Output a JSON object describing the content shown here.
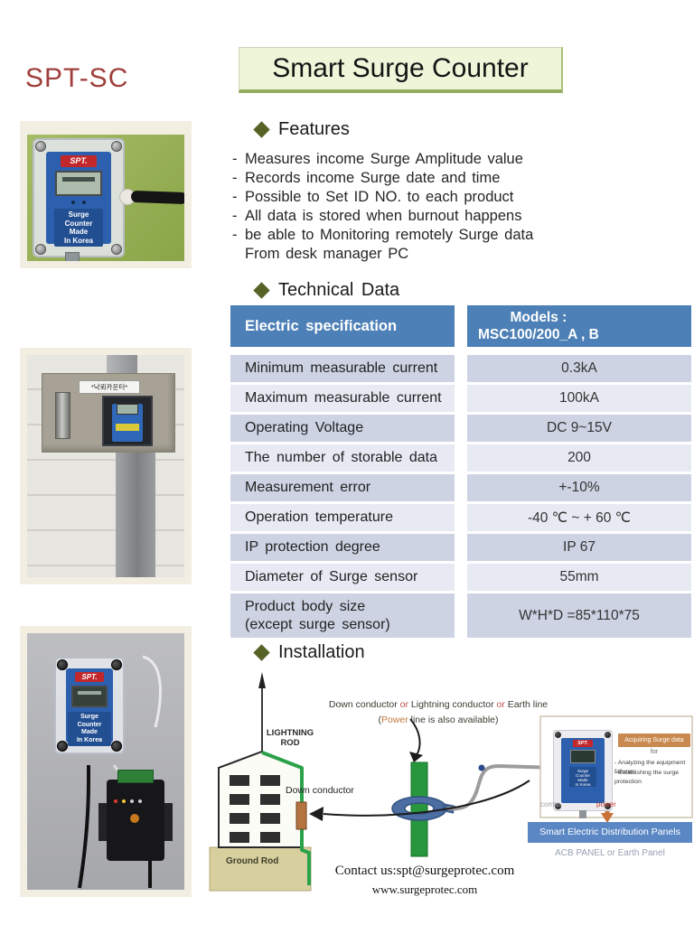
{
  "brand": {
    "code": "SPT-SC"
  },
  "header": {
    "title": "Smart Surge Counter"
  },
  "features": {
    "heading": "Features",
    "bullet": "-",
    "lines": [
      "Measures income Surge Amplitude value",
      "Records income Surge date and time",
      "Possible to Set ID NO. to each product",
      "All data is stored when burnout happens",
      "be able to Monitoring remotely Surge data",
      "From desk manager PC"
    ]
  },
  "technical": {
    "heading": "Technical Data",
    "table": {
      "col1_header": "Electric specification",
      "col2_header": "Models :\nMSC100/200_A , B",
      "rows": [
        {
          "label": "Minimum measurable current",
          "value": "0.3kA"
        },
        {
          "label": "Maximum measurable current",
          "value": "100kA"
        },
        {
          "label": "Operating Voltage",
          "value": "DC 9~15V"
        },
        {
          "label": "The number of storable data",
          "value": "200"
        },
        {
          "label": "Measurement error",
          "value": "+-10%"
        },
        {
          "label": "Operation temperature",
          "value": "-40 ℃ ~ + 60 ℃"
        },
        {
          "label": "IP protection degree",
          "value": "IP 67"
        },
        {
          "label": "Diameter of Surge sensor",
          "value": "55mm"
        },
        {
          "label": "Product body size\n(except surge sensor)",
          "value": "W*H*D =85*110*75"
        }
      ]
    }
  },
  "installation": {
    "heading": "Installation",
    "note1": {
      "a": "Down conductor",
      "or1": "or",
      "b": "Lightning conductor",
      "or2": "or",
      "c": "Earth line"
    },
    "note2": {
      "open": "(",
      "power": "Power",
      "rest": " line is also available)"
    },
    "lightning_rod_label": "LIGHTNING\nROD",
    "down_conductor_label": "Down conductor",
    "ground_rod_label": "Ground Rod",
    "acquiring_label": "Acquiring Surge data",
    "for_label": "for",
    "purpose1": "- Analyzing the equipment failures",
    "purpose2": "- Establishing the surge protection",
    "comm_label": "comm.",
    "power_label": "power",
    "panel_label": "Smart Electric Distribution Panels",
    "panel_sub_label": "ACB PANEL or Earth Panel"
  },
  "photos": {
    "brand": "SPT.",
    "device_label": "Surge\nCounter\nMade\nIn Korea",
    "enclosure_label": "*낙뢰카운터*"
  },
  "contact": {
    "line1": "Contact us:spt@surgeprotec.com",
    "line2": "www.surgeprotec.com"
  },
  "colors": {
    "brand_red": "#a03f3c",
    "title_green_bg": "#edf6d9",
    "diamond_olive": "#556326",
    "table_header_blue": "#4d80b6",
    "row_band_dark": "#cdd3e3",
    "row_band_light": "#e7eaf3",
    "panel_blue": "#5b87c5",
    "highlight_orange": "#c98a50",
    "conductor_green": "#2ba24a",
    "device_blue": "#2c60ae",
    "logo_red": "#c2272c"
  }
}
